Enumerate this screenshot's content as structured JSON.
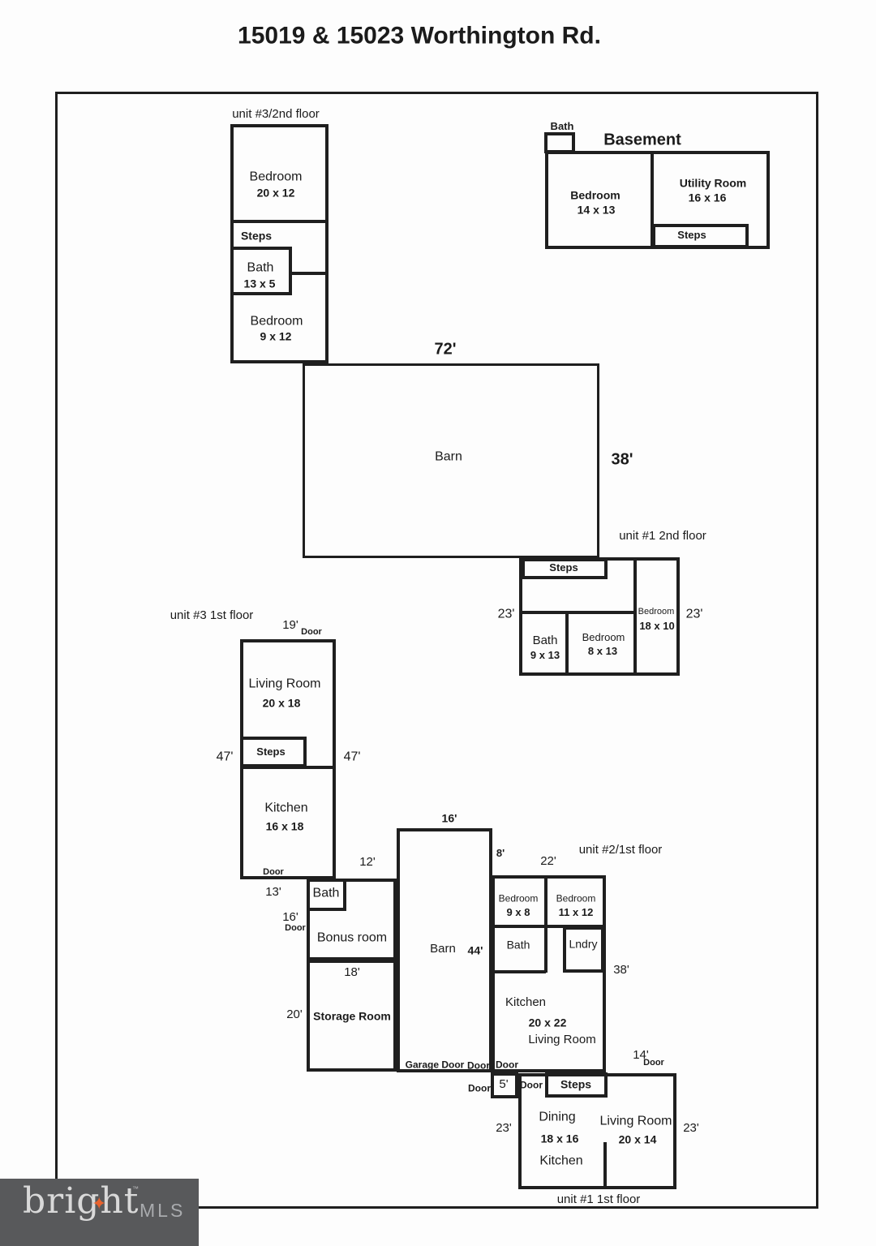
{
  "title": "15019 & 15023 Worthington Rd.",
  "logo": {
    "brand": "bright",
    "tm": "™",
    "suffix": "MLS",
    "star": "✦",
    "bg_color": "#58595b",
    "star_color": "#e8622d"
  },
  "plan": {
    "unit3_2nd": {
      "label": "unit #3/2nd floor",
      "bedroom1": {
        "name": "Bedroom",
        "dim": "20 x 12"
      },
      "steps": "Steps",
      "bath": {
        "name": "Bath",
        "dim": "13 x 5"
      },
      "bedroom2": {
        "name": "Bedroom",
        "dim": "9 x 12"
      }
    },
    "basement": {
      "label": "Basement",
      "bath": "Bath",
      "bedroom": {
        "name": "Bedroom",
        "dim": "14 x 13"
      },
      "utility": {
        "name": "Utility Room",
        "dim": "16 x 16"
      },
      "steps": "Steps"
    },
    "barn_upper": {
      "name": "Barn",
      "width_dim": "72'",
      "height_dim": "38'"
    },
    "unit1_2nd": {
      "label": "unit #1 2nd floor",
      "steps": "Steps",
      "left_dim": "23'",
      "right_dim": "23'",
      "bath": {
        "name": "Bath",
        "dim": "9 x 13"
      },
      "bedroom1": {
        "name": "Bedroom",
        "dim": "8 x 13"
      },
      "bedroom2": {
        "name": "Bedroom",
        "dim": "18 x 10"
      }
    },
    "unit3_1st": {
      "label": "unit #3 1st floor",
      "top_dim": "19'",
      "top_door": "Door",
      "living": {
        "name": "Living Room",
        "dim": "20 x 18"
      },
      "steps": "Steps",
      "left_dim": "47'",
      "right_dim": "47'",
      "kitchen": {
        "name": "Kitchen",
        "dim": "16 x 18"
      },
      "bottom_door": "Door",
      "bottom_dim": "13'",
      "right_gap_dim": "12'"
    },
    "middle": {
      "bath": "Bath",
      "left_dim": "16'",
      "left_door": "Door",
      "bonus": "Bonus room",
      "bonus_dim": "18'",
      "storage": "Storage Room",
      "storage_left_dim": "20'",
      "barn": {
        "name": "Barn",
        "top_dim": "16'",
        "right_dim": "8'",
        "inner_dim": "44'"
      },
      "garage_door": "Garage Door",
      "door1": "Door",
      "door2": "Door",
      "door3": "Door"
    },
    "unit2_1st": {
      "label": "unit #2/1st floor",
      "top_dim": "22'",
      "bedroom1": {
        "name": "Bedroom",
        "dim": "9 x 8"
      },
      "bedroom2": {
        "name": "Bedroom",
        "dim": "11 x 12"
      },
      "bath": "Bath",
      "laundry": "Lndry",
      "right_dim": "38'",
      "kitchen": "Kitchen",
      "kitchen_dim": "20 x 22",
      "living": "Living Room"
    },
    "unit1_1st": {
      "label": "unit #1 1st floor",
      "door_top_dim": "14'",
      "door_top": "Door",
      "vestibule_dim": "5'",
      "door_left": "Door",
      "steps": "Steps",
      "dining": "Dining",
      "dining_dim": "18 x 16",
      "kitchen": "Kitchen",
      "living": {
        "name": "Living Room",
        "dim": "20 x 14"
      },
      "left_dim": "23'",
      "right_dim": "23'"
    }
  }
}
